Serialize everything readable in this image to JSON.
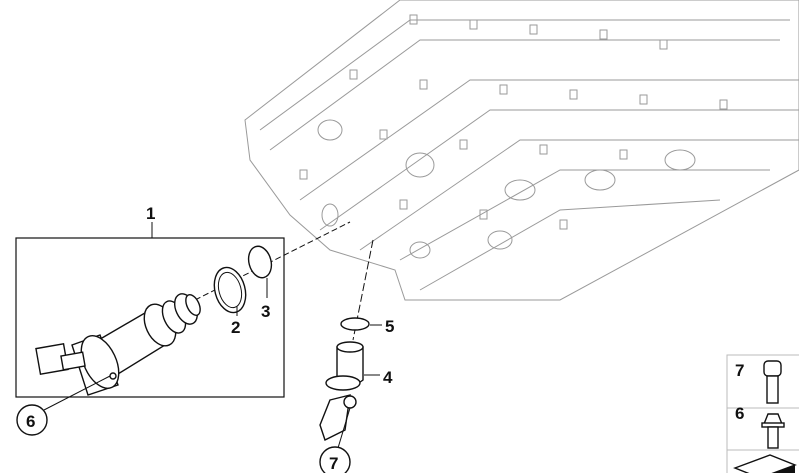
{
  "diagram": {
    "callouts": {
      "p1": "1",
      "p2": "2",
      "p3": "3",
      "p4": "4",
      "p5": "5",
      "p6": "6",
      "p7": "7"
    },
    "legend": [
      {
        "number": "7",
        "icon": "socket-head-bolt-icon"
      },
      {
        "number": "6",
        "icon": "hex-flange-bolt-icon"
      },
      {
        "number": "",
        "icon": "shim-plate-icon"
      }
    ],
    "colors": {
      "lines": "#111111",
      "background_part": "#9a9a9a"
    }
  }
}
